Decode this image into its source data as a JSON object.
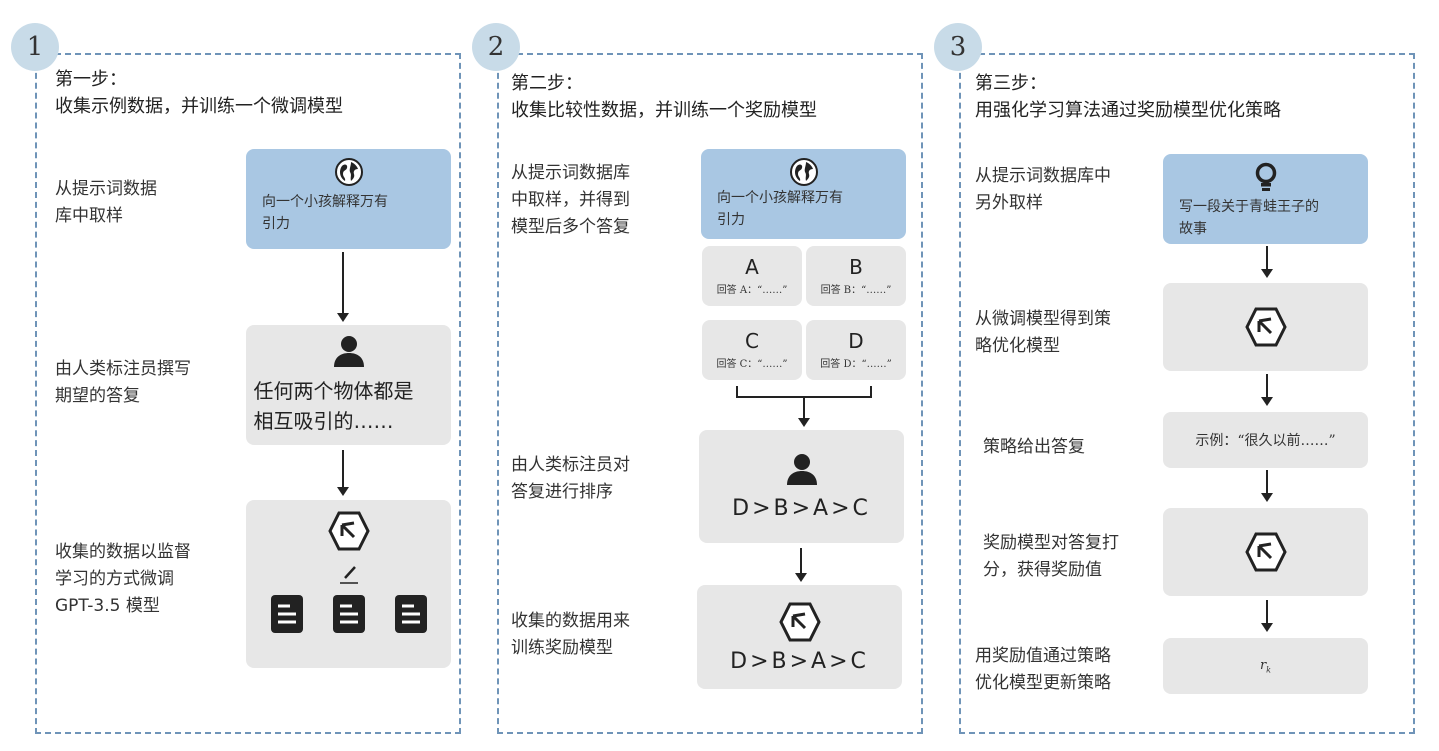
{
  "steps": [
    {
      "number": "1",
      "title_line1": "第一步：",
      "title_line2": "收集示例数据，并训练一个微调模型",
      "desc_sample": [
        "从提示词数据",
        "库中取样"
      ],
      "prompt": [
        "向一个小孩解释万有",
        "引力"
      ],
      "desc_labeler": [
        "由人类标注员撰写",
        "期望的答复"
      ],
      "answer": [
        "任何两个物体都是",
        "相互吸引的……"
      ],
      "desc_finetune": [
        "收集的数据以监督",
        "学习的方式微调",
        "GPT-3.5 模型"
      ]
    },
    {
      "number": "2",
      "title_line1": "第二步：",
      "title_line2": "收集比较性数据，并训练一个奖励模型",
      "desc_sample": [
        "从提示词数据库",
        "中取样，并得到",
        "模型后多个答复"
      ],
      "prompt": [
        "向一个小孩解释万有",
        "引力"
      ],
      "answers": [
        {
          "letter": "A",
          "text": "回答 A：“……”"
        },
        {
          "letter": "B",
          "text": "回答 B：“……”"
        },
        {
          "letter": "C",
          "text": "回答 C：“……”"
        },
        {
          "letter": "D",
          "text": "回答 D：“……”"
        }
      ],
      "desc_rank": [
        "由人类标注员对",
        "答复进行排序"
      ],
      "ranking": "D>B>A>C",
      "desc_reward": [
        "收集的数据用来",
        "训练奖励模型"
      ],
      "ranking2": "D>B>A>C"
    },
    {
      "number": "3",
      "title_line1": "第三步：",
      "title_line2": "用强化学习算法通过奖励模型优化策略",
      "desc_sample": [
        "从提示词数据库中",
        "另外取样"
      ],
      "prompt": [
        "写一段关于青蛙王子的",
        "故事"
      ],
      "desc_policy": [
        "从微调模型得到策",
        "略优化模型"
      ],
      "desc_output": [
        "策略给出答复"
      ],
      "output": "示例：“很久以前……”",
      "desc_reward": [
        "奖励模型对答复打",
        "分，获得奖励值"
      ],
      "reward_symbol": "r",
      "reward_sub": "k",
      "desc_update": [
        "用奖励值通过策略",
        "优化模型更新策略"
      ]
    }
  ],
  "icons": [
    "globe-icon",
    "person-icon",
    "model-hexagon-icon",
    "pen-icon",
    "document-icon",
    "lightbulb-icon"
  ]
}
